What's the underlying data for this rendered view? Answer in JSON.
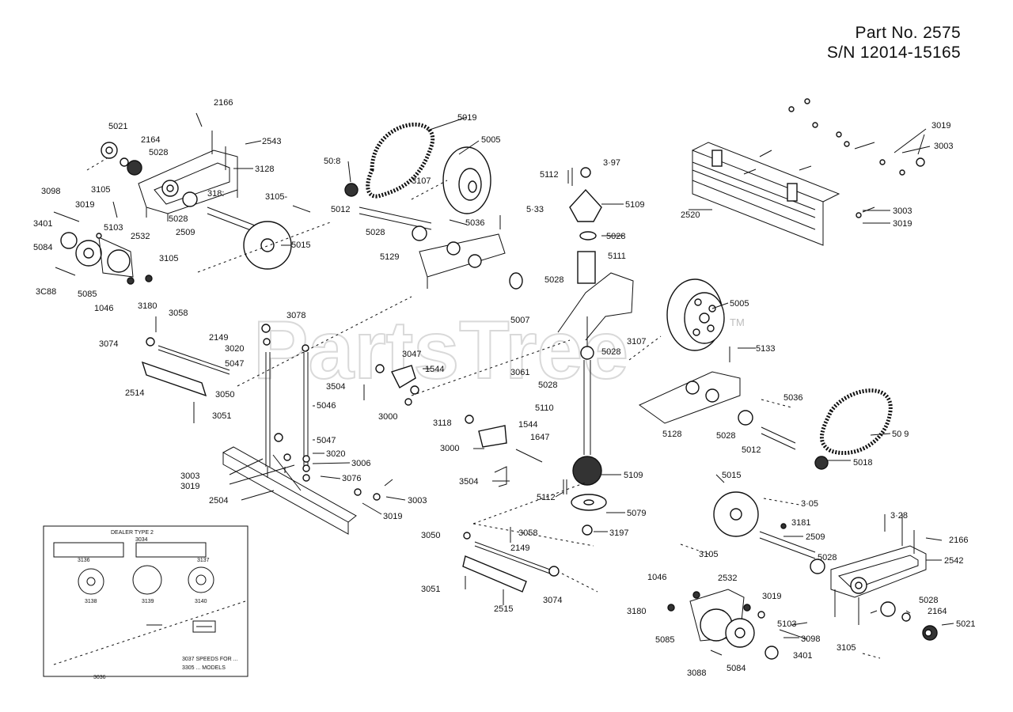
{
  "header": {
    "part_no": "Part No. 2575",
    "serial": "S/N 12014-15165"
  },
  "watermark": {
    "text": "PartsTree",
    "tm": "TM"
  },
  "callouts": {
    "c2166a": "2166",
    "c5021a": "5021",
    "c2164a": "2164",
    "c5028a": "5028",
    "c2543": "2543",
    "c3128a": "3128",
    "c3105a": "3105",
    "c3098a": "3098",
    "c3019a": "3019",
    "c3181a": "318:",
    "c5028b": "5028",
    "c2509a": "2509",
    "c3401a": "3401",
    "c5103a": "5103",
    "c2532a": "2532",
    "c5084a": "5084",
    "c5015a": "5015",
    "c3105b": "3105",
    "c3088a": "3C88",
    "c5085a": "5085",
    "c1046a": "1046",
    "c3180a": "3180",
    "c5019a": "5019",
    "c5005a": "5005",
    "c5018a": "50:8",
    "c3107a": "3107",
    "c3105c": "3105-",
    "c5012a": "5012",
    "c5028c": "5028",
    "c5036a": "5036",
    "c5133a": "5·33",
    "c5129": "5129",
    "c5028d": "5028",
    "c5112a": "5112",
    "c3197a": "3·97",
    "c5109a": "5109",
    "c5028e": "5028",
    "c5111": "5111",
    "c3019b": "3019",
    "c3003a": "3003",
    "c2520": "2520",
    "c3003b": "3003",
    "c3019c": "3019",
    "c5005b": "5005",
    "c3058a": "3058",
    "c3078": "3078",
    "c3074a": "3074",
    "c2149a": "2149",
    "c3020a": "3020",
    "c5047a": "5047",
    "c3047": "3047",
    "c1544a": "1544",
    "c5007": "5007",
    "c3061": "3061",
    "c3107b": "3107",
    "c5133b": "5133",
    "c5028f": "5028",
    "c5028g": "5028",
    "c3504a": "3504",
    "c3000a": "3000",
    "c3118": "3118",
    "c2514": "2514",
    "c3050a": "3050",
    "c3051a": "3051",
    "c5046": "5046",
    "c5110": "5110",
    "c5128": "5128",
    "c5036b": "5036",
    "c5028h": "5028",
    "c5012b": "5012",
    "c5019b": "50 9",
    "c5018b": "5018",
    "c5047b": "5047",
    "c3020b": "3020",
    "c3006": "3006",
    "c3003c": "3003",
    "c3019d": "3019",
    "c3076": "3076",
    "c2504": "2504",
    "c3003d": "3003",
    "c3019e": "3019",
    "c1544b": "1544",
    "c1647": "1647",
    "c3000b": "3000",
    "c3504b": "3504",
    "c5109b": "5109",
    "c5112b": "5112",
    "c5079": "5079",
    "c3197b": "3197",
    "c5015b": "5015",
    "c3105d": "3·05",
    "c3181b": "3181",
    "c2509b": "2509",
    "c3128b": "3·28",
    "c2166b": "2166",
    "c2542": "2542",
    "c3050b": "3050",
    "c3058b": "3058",
    "c2149b": "2149",
    "c3051b": "3051",
    "c2515": "2515",
    "c3074b": "3074",
    "c3105e": "3105",
    "c5028i": "5028",
    "c1046b": "1046",
    "c2532b": "2532",
    "c3019f": "3019",
    "c3180b": "3180",
    "c5103b": "5103",
    "c3098b": "3098",
    "c5085b": "5085",
    "c3088b": "3088",
    "c5084b": "5084",
    "c3401b": "3401",
    "c5028j": "5028",
    "c2164b": "2164",
    "c5021b": "5021",
    "c3105f": "3105"
  },
  "decal": {
    "title": "DEALER   TYPE  2",
    "p3034": "3034",
    "p3136": "3136",
    "p3137": "3137",
    "p3138": "3138",
    "p3139": "3139",
    "p3140": "3140",
    "p3037": "3037  SPEEDS  FOR  ...",
    "p3305": "3305  ...  MODELS",
    "p3036": "3036"
  }
}
